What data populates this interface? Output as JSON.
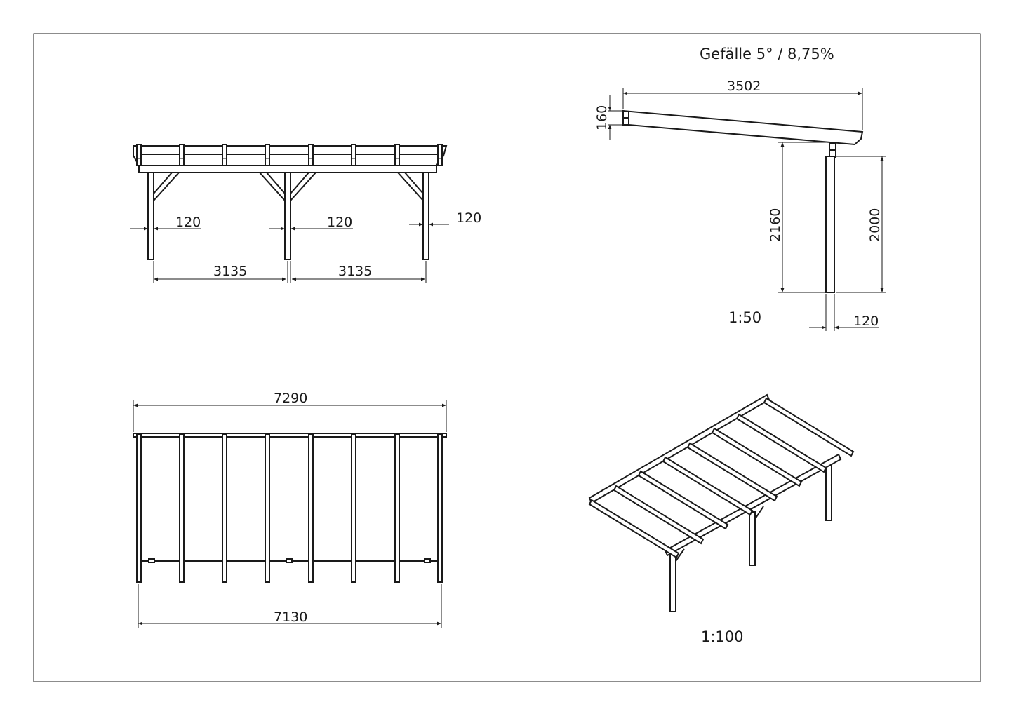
{
  "front_view": {
    "post_width_labels": [
      "120",
      "120",
      "120"
    ],
    "span_labels": [
      "3135",
      "3135"
    ]
  },
  "side_view": {
    "slope_label": "Gefälle 5° / 8,75%",
    "depth_label": "3502",
    "beam_height_label": "160",
    "total_height_label": "2160",
    "post_height_label": "2000",
    "post_width_label": "120",
    "scale_label": "1:50"
  },
  "plan_view": {
    "roof_width_label": "7290",
    "post_span_label": "7130"
  },
  "iso_view": {
    "scale_label": "1:100"
  },
  "colors": {
    "line": "#1a1a1a",
    "background": "#ffffff"
  }
}
